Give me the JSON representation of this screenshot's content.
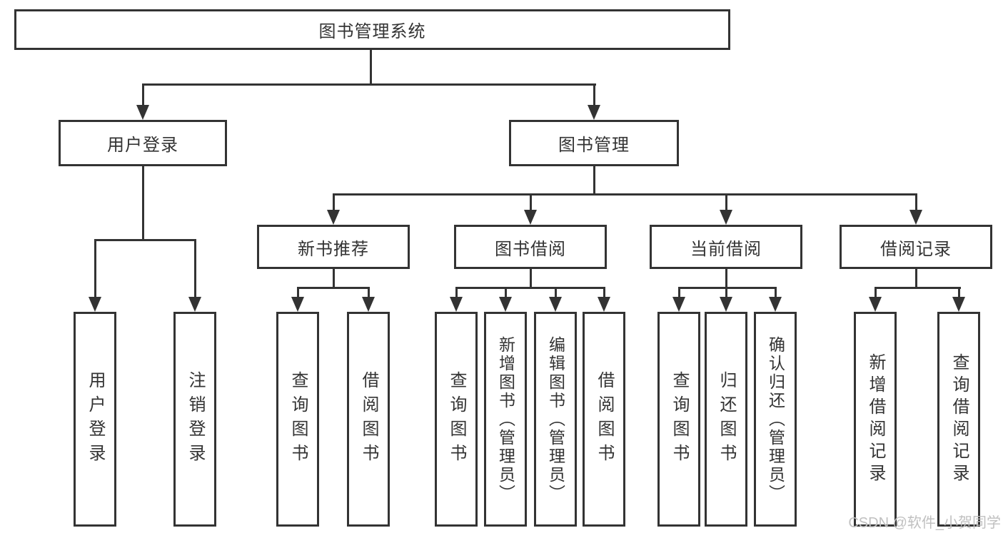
{
  "diagram": {
    "title": "图书管理系统",
    "nodes": {
      "root": "图书管理系统",
      "user_login": "用户登录",
      "book_mgmt": "图书管理",
      "new_books": "新书推荐",
      "book_borrow": "图书借阅",
      "current_borrow": "当前借阅",
      "borrow_records": "借阅记录",
      "leaf_user_login": "用户登录",
      "leaf_logout": "注销登录",
      "leaf_nb_search": "查询图书",
      "leaf_nb_borrow": "借阅图书",
      "leaf_bb_search": "查询图书",
      "leaf_bb_add": "新增图书（管理员）",
      "leaf_bb_edit": "编辑图书（管理员）",
      "leaf_bb_borrow": "借阅图书",
      "leaf_cb_search": "查询图书",
      "leaf_cb_return": "归还图书",
      "leaf_cb_confirm": "确认归还（管理员）",
      "leaf_br_add": "新增借阅记录",
      "leaf_br_search": "查询借阅记录"
    },
    "watermark": "CSDN @软件_小贺同学",
    "colors": {
      "line": "#333333",
      "text": "#333333",
      "watermark": "#c0c0c0",
      "background": "#ffffff"
    }
  }
}
